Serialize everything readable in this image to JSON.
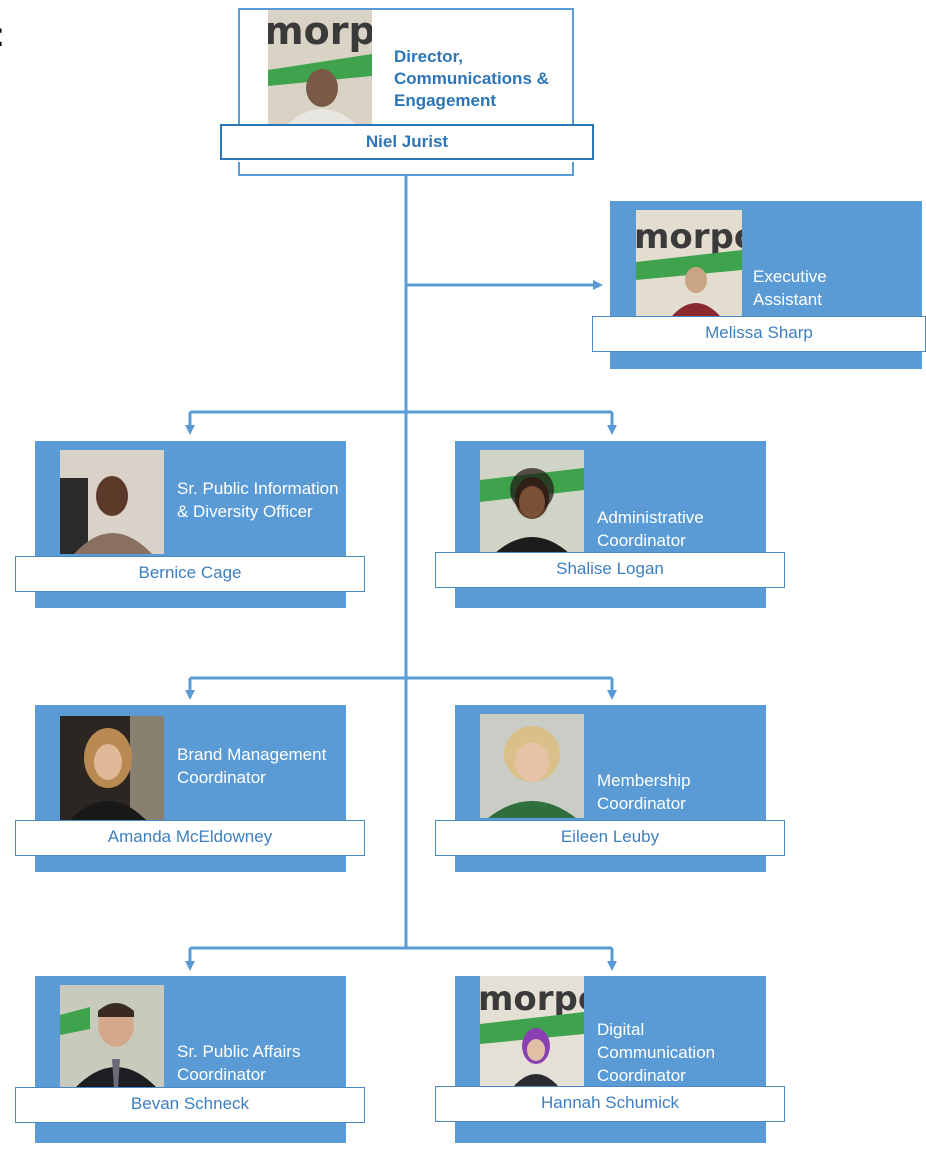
{
  "org_chart": {
    "director": {
      "title": "Director, Communications & Engagement",
      "name": "Niel Jurist"
    },
    "assistant": {
      "title": "Executive Assistant",
      "name": "Melissa Sharp"
    },
    "staff": [
      {
        "title": "Sr. Public Information & Diversity Officer",
        "name": "Bernice Cage"
      },
      {
        "title": "Administrative Coordinator",
        "name": "Shalise Logan"
      },
      {
        "title": "Brand Management Coordinator",
        "name": "Amanda McEldowney"
      },
      {
        "title": "Membership Coordinator",
        "name": "Eileen Leuby"
      },
      {
        "title": "Sr. Public Affairs Coordinator",
        "name": "Bevan Schneck"
      },
      {
        "title": "Digital Communication Coordinator",
        "name": "Hannah Schumick"
      }
    ],
    "logo_text": "morpc"
  },
  "colors": {
    "card_fill": "#5b9bd5",
    "name_text": "#3d7fc1",
    "director_text": "#2e75b6",
    "connector": "#5b9bd5"
  }
}
